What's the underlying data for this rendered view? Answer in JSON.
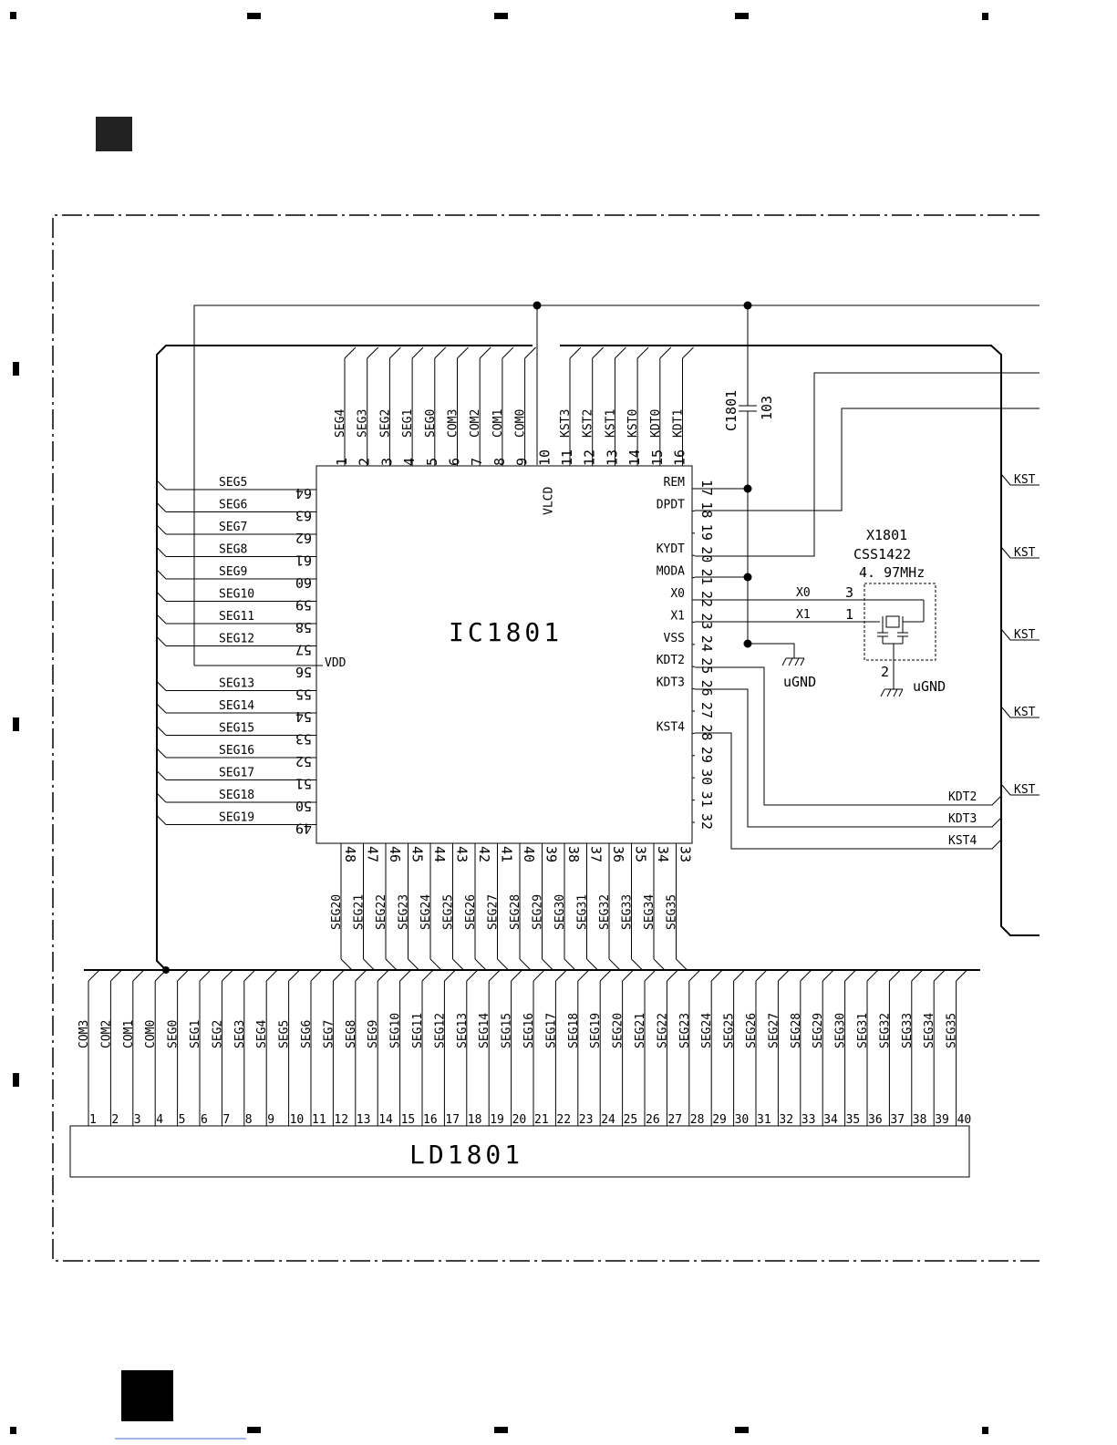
{
  "ic": {
    "ref": "IC1801",
    "top_pins": [
      {
        "num": "1",
        "name": "SEG4"
      },
      {
        "num": "2",
        "name": "SEG3"
      },
      {
        "num": "3",
        "name": "SEG2"
      },
      {
        "num": "4",
        "name": "SEG1"
      },
      {
        "num": "5",
        "name": "SEG0"
      },
      {
        "num": "6",
        "name": "COM3"
      },
      {
        "num": "7",
        "name": "COM2"
      },
      {
        "num": "8",
        "name": "COM1"
      },
      {
        "num": "9",
        "name": "COM0"
      },
      {
        "num": "10",
        "name": "VLCD"
      },
      {
        "num": "11",
        "name": "KST3"
      },
      {
        "num": "12",
        "name": "KST2"
      },
      {
        "num": "13",
        "name": "KST1"
      },
      {
        "num": "14",
        "name": "KST0"
      },
      {
        "num": "15",
        "name": "KDT0"
      },
      {
        "num": "16",
        "name": "KDT1"
      }
    ],
    "left_pins": [
      {
        "num": "64",
        "name": "SEG5"
      },
      {
        "num": "63",
        "name": "SEG6"
      },
      {
        "num": "62",
        "name": "SEG7"
      },
      {
        "num": "61",
        "name": "SEG8"
      },
      {
        "num": "60",
        "name": "SEG9"
      },
      {
        "num": "59",
        "name": "SEG10"
      },
      {
        "num": "58",
        "name": "SEG11"
      },
      {
        "num": "57",
        "name": "SEG12"
      },
      {
        "num": "56",
        "name": "VDD"
      },
      {
        "num": "55",
        "name": "SEG13"
      },
      {
        "num": "54",
        "name": "SEG14"
      },
      {
        "num": "53",
        "name": "SEG15"
      },
      {
        "num": "52",
        "name": "SEG16"
      },
      {
        "num": "51",
        "name": "SEG17"
      },
      {
        "num": "50",
        "name": "SEG18"
      },
      {
        "num": "49",
        "name": "SEG19"
      }
    ],
    "right_pins": [
      {
        "num": "17",
        "name": "REM"
      },
      {
        "num": "18",
        "name": "DPDT"
      },
      {
        "num": "19",
        "name": ""
      },
      {
        "num": "20",
        "name": "KYDT"
      },
      {
        "num": "21",
        "name": "MODA"
      },
      {
        "num": "22",
        "name": "X0"
      },
      {
        "num": "23",
        "name": "X1"
      },
      {
        "num": "24",
        "name": "VSS"
      },
      {
        "num": "25",
        "name": "KDT2"
      },
      {
        "num": "26",
        "name": "KDT3"
      },
      {
        "num": "27",
        "name": ""
      },
      {
        "num": "28",
        "name": "KST4"
      },
      {
        "num": "29",
        "name": ""
      },
      {
        "num": "30",
        "name": ""
      },
      {
        "num": "31",
        "name": ""
      },
      {
        "num": "32",
        "name": ""
      }
    ],
    "bottom_pins": [
      {
        "num": "48",
        "name": "SEG20"
      },
      {
        "num": "47",
        "name": "SEG21"
      },
      {
        "num": "46",
        "name": "SEG22"
      },
      {
        "num": "45",
        "name": "SEG23"
      },
      {
        "num": "44",
        "name": "SEG24"
      },
      {
        "num": "43",
        "name": "SEG25"
      },
      {
        "num": "42",
        "name": "SEG26"
      },
      {
        "num": "41",
        "name": "SEG27"
      },
      {
        "num": "40",
        "name": "SEG28"
      },
      {
        "num": "39",
        "name": "SEG29"
      },
      {
        "num": "38",
        "name": "SEG30"
      },
      {
        "num": "37",
        "name": "SEG31"
      },
      {
        "num": "36",
        "name": "SEG32"
      },
      {
        "num": "35",
        "name": "SEG33"
      },
      {
        "num": "34",
        "name": "SEG34"
      },
      {
        "num": "33",
        "name": "SEG35"
      }
    ]
  },
  "capacitor": {
    "ref": "C1801",
    "value": "103"
  },
  "crystal": {
    "ref": "X1801",
    "part": "CSS1422",
    "freq": "4. 97MHz",
    "pin1": "1",
    "pin2": "2",
    "pin3": "3",
    "net_x0": "X0",
    "net_x1": "X1"
  },
  "grounds": [
    "uGND",
    "uGND"
  ],
  "right_nets": [
    "KDT2",
    "KDT3",
    "KST4"
  ],
  "right_bus_labels": [
    "KST",
    "KST",
    "KST",
    "KST",
    "KST"
  ],
  "lcd": {
    "ref": "LD1801",
    "pins": [
      {
        "num": "1",
        "name": "COM3"
      },
      {
        "num": "2",
        "name": "COM2"
      },
      {
        "num": "3",
        "name": "COM1"
      },
      {
        "num": "4",
        "name": "COM0"
      },
      {
        "num": "5",
        "name": "SEG0"
      },
      {
        "num": "6",
        "name": "SEG1"
      },
      {
        "num": "7",
        "name": "SEG2"
      },
      {
        "num": "8",
        "name": "SEG3"
      },
      {
        "num": "9",
        "name": "SEG4"
      },
      {
        "num": "10",
        "name": "SEG5"
      },
      {
        "num": "11",
        "name": "SEG6"
      },
      {
        "num": "12",
        "name": "SEG7"
      },
      {
        "num": "13",
        "name": "SEG8"
      },
      {
        "num": "14",
        "name": "SEG9"
      },
      {
        "num": "15",
        "name": "SEG10"
      },
      {
        "num": "16",
        "name": "SEG11"
      },
      {
        "num": "17",
        "name": "SEG12"
      },
      {
        "num": "18",
        "name": "SEG13"
      },
      {
        "num": "19",
        "name": "SEG14"
      },
      {
        "num": "20",
        "name": "SEG15"
      },
      {
        "num": "21",
        "name": "SEG16"
      },
      {
        "num": "22",
        "name": "SEG17"
      },
      {
        "num": "23",
        "name": "SEG18"
      },
      {
        "num": "24",
        "name": "SEG19"
      },
      {
        "num": "25",
        "name": "SEG20"
      },
      {
        "num": "26",
        "name": "SEG21"
      },
      {
        "num": "27",
        "name": "SEG22"
      },
      {
        "num": "28",
        "name": "SEG23"
      },
      {
        "num": "29",
        "name": "SEG24"
      },
      {
        "num": "30",
        "name": "SEG25"
      },
      {
        "num": "31",
        "name": "SEG26"
      },
      {
        "num": "32",
        "name": "SEG27"
      },
      {
        "num": "33",
        "name": "SEG28"
      },
      {
        "num": "34",
        "name": "SEG29"
      },
      {
        "num": "35",
        "name": "SEG30"
      },
      {
        "num": "36",
        "name": "SEG31"
      },
      {
        "num": "37",
        "name": "SEG32"
      },
      {
        "num": "38",
        "name": "SEG33"
      },
      {
        "num": "39",
        "name": "SEG34"
      },
      {
        "num": "40",
        "name": "SEG35"
      }
    ]
  }
}
